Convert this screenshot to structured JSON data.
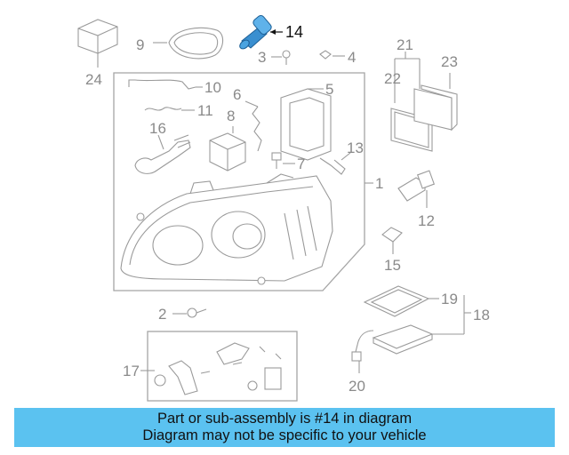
{
  "callouts": {
    "c1": "1",
    "c2": "2",
    "c3": "3",
    "c4": "4",
    "c5": "5",
    "c6": "6",
    "c7": "7",
    "c8": "8",
    "c9": "9",
    "c10": "10",
    "c11": "11",
    "c12": "12",
    "c13": "13",
    "c14": "14",
    "c15": "15",
    "c16": "16",
    "c17": "17",
    "c18": "18",
    "c19": "19",
    "c20": "20",
    "c21": "21",
    "c22": "22",
    "c23": "23",
    "c24": "24"
  },
  "highlight": {
    "part": "14",
    "color": "#3a8fd0"
  },
  "banner": {
    "line1": "Part or sub-assembly is #14 in diagram",
    "line2": "Diagram may not be specific to your vehicle",
    "color": "#5bc2f0"
  }
}
